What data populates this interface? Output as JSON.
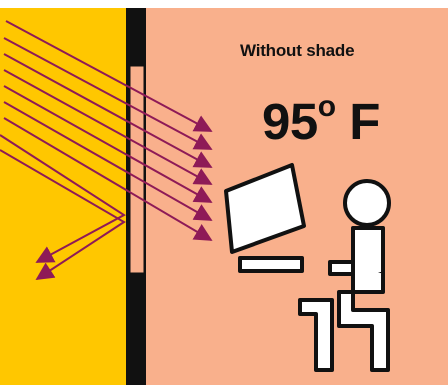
{
  "scenario": {
    "title": "Without shade",
    "temperature_value": "95",
    "temperature_degree": "o",
    "temperature_unit": "F"
  },
  "colors": {
    "outdoor": "#ffc700",
    "room": "#f9b08c",
    "wall": "#111111",
    "window_glass": "#f9b08c",
    "rays": "#8e1a57",
    "figure_outline": "#111111",
    "figure_fill": "#ffffff"
  },
  "icons": {
    "window": "window-pane-icon",
    "sun_rays": "sunlight-arrows-icon",
    "monitor": "computer-monitor-icon",
    "person": "seated-person-icon"
  }
}
